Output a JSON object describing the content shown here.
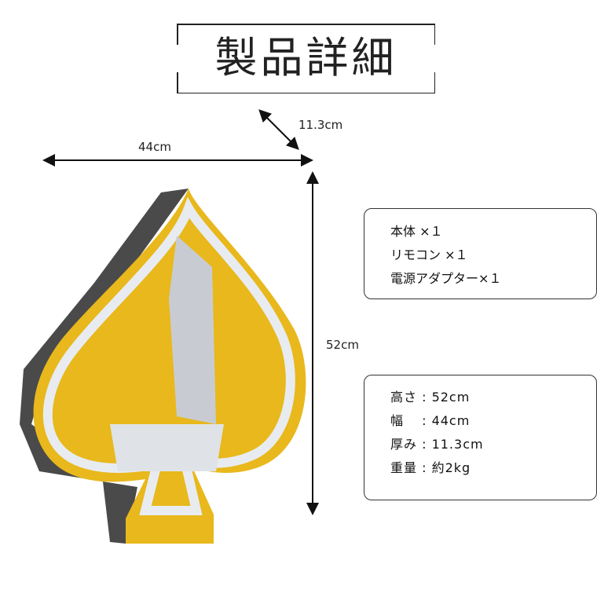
{
  "header": {
    "title": "製品詳細"
  },
  "dimensions": {
    "width": "44cm",
    "depth": "11.3cm",
    "height": "52cm"
  },
  "contents_box": {
    "items": [
      "本体 ×１",
      "リモコン ×１",
      "電源アダプター×１"
    ]
  },
  "spec_box": {
    "items": [
      "高さ : 52cm",
      "幅　 : 44cm",
      "厚み : 11.3cm",
      "重量 : 約2kg"
    ]
  },
  "colors": {
    "gold": "#e8b81c",
    "body": "#4a4a4a",
    "light": "#e8ecf0"
  }
}
